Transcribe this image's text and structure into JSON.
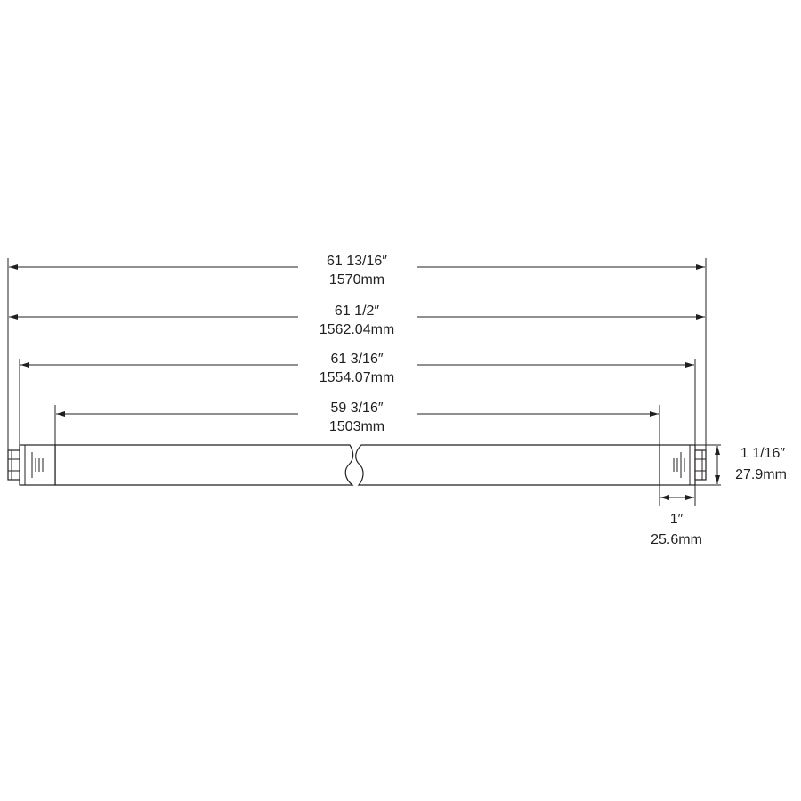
{
  "dimensions": {
    "overall_length": {
      "imperial": "61 13/16″",
      "metric": "1570mm"
    },
    "pin_to_pin": {
      "imperial": "61 1/2″",
      "metric": "1562.04mm"
    },
    "cap_to_cap": {
      "imperial": "61 3/16″",
      "metric": "1554.07mm"
    },
    "tube_body": {
      "imperial": "59 3/16″",
      "metric": "1503mm"
    },
    "diameter": {
      "imperial": "1 1/16″",
      "metric": "27.9mm"
    },
    "end_cap_length": {
      "imperial": "1″",
      "metric": "25.6mm"
    }
  },
  "colors": {
    "line": "#231f20",
    "background": "#ffffff"
  }
}
